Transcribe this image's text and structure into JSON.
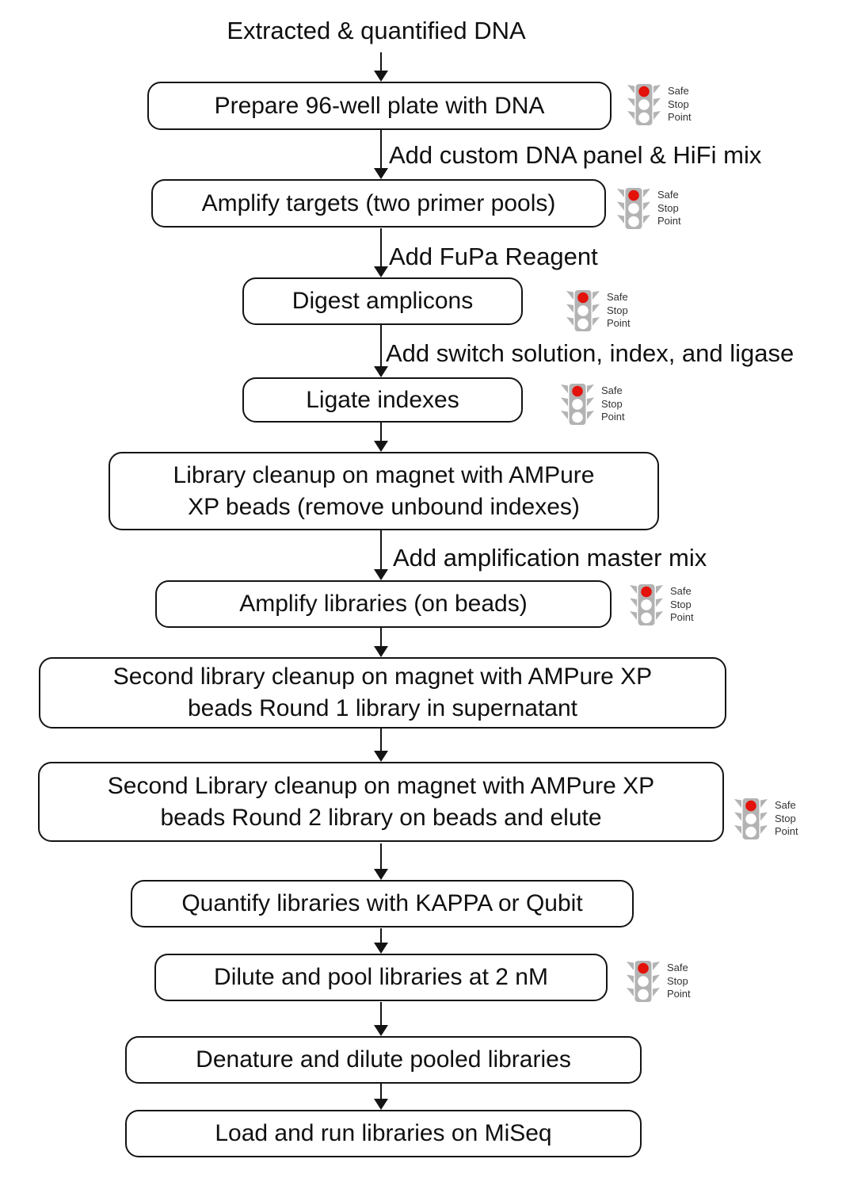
{
  "diagram_title": "Extracted & quantified DNA",
  "safe_stop_point": {
    "label_lines": [
      "Safe",
      "Stop",
      "Point"
    ]
  },
  "colors": {
    "stoplight_red": "#e3120b",
    "stoplight_gray": "#b3b3b3",
    "box_border": "#141414",
    "line": "#141414",
    "text": "#101010",
    "background": "#ffffff"
  },
  "nodes": [
    {
      "id": "prepare-plate",
      "lines": [
        "Prepare 96-well plate with DNA"
      ],
      "safe_stop": true
    },
    {
      "id": "amplify-targets",
      "lines": [
        "Amplify targets (two primer pools)"
      ],
      "safe_stop": true
    },
    {
      "id": "digest-amplicons",
      "lines": [
        "Digest amplicons"
      ],
      "safe_stop": true
    },
    {
      "id": "ligate-indexes",
      "lines": [
        "Ligate indexes"
      ],
      "safe_stop": true
    },
    {
      "id": "library-cleanup",
      "lines": [
        "Library cleanup on magnet with AMPure",
        "XP beads (remove unbound indexes)"
      ],
      "safe_stop": false
    },
    {
      "id": "amplify-libraries",
      "lines": [
        "Amplify libraries (on beads)"
      ],
      "safe_stop": true
    },
    {
      "id": "second-cleanup-round1",
      "lines": [
        "Second library cleanup on magnet with AMPure XP",
        "beads Round 1 library in supernatant"
      ],
      "safe_stop": false
    },
    {
      "id": "second-cleanup-round2",
      "lines": [
        "Second Library cleanup on magnet with AMPure XP",
        "beads Round 2 library on beads and elute"
      ],
      "safe_stop": true
    },
    {
      "id": "quantify-libraries",
      "lines": [
        "Quantify libraries with KAPPA or Qubit"
      ],
      "safe_stop": false
    },
    {
      "id": "dilute-pool",
      "lines": [
        "Dilute and pool libraries at 2 nM"
      ],
      "safe_stop": true
    },
    {
      "id": "denature-dilute",
      "lines": [
        "Denature and dilute pooled libraries"
      ],
      "safe_stop": false
    },
    {
      "id": "load-run-miseq",
      "lines": [
        "Load and run libraries on MiSeq"
      ],
      "safe_stop": false
    }
  ],
  "edge_labels": [
    {
      "text": "Add custom DNA panel & HiFi mix"
    },
    {
      "text": "Add FuPa Reagent"
    },
    {
      "text": "Add switch solution, index, and ligase"
    },
    {
      "text": "Add amplification master mix"
    }
  ]
}
